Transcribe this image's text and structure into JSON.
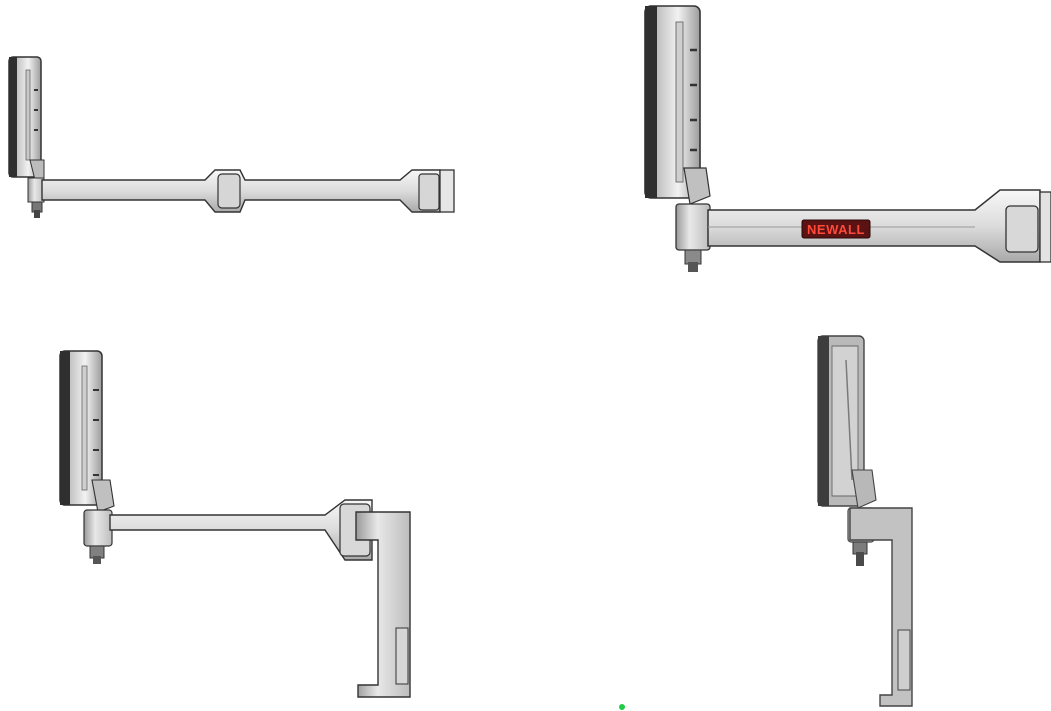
{
  "scene": {
    "description_label": "",
    "views": [
      {
        "id": "view-1"
      },
      {
        "id": "view-2",
        "brand_label": "NEWALL"
      },
      {
        "id": "view-3"
      },
      {
        "id": "view-4"
      }
    ]
  },
  "colors": {
    "metal_light": "#eeeeee",
    "metal_mid": "#cfcfcf",
    "metal_dark": "#8a8a8a",
    "outline": "#333333",
    "bezel": "#2f2f2f",
    "brand_bg": "#5a1212",
    "brand_text": "#ff4a3a",
    "marker": "#22cc44"
  }
}
